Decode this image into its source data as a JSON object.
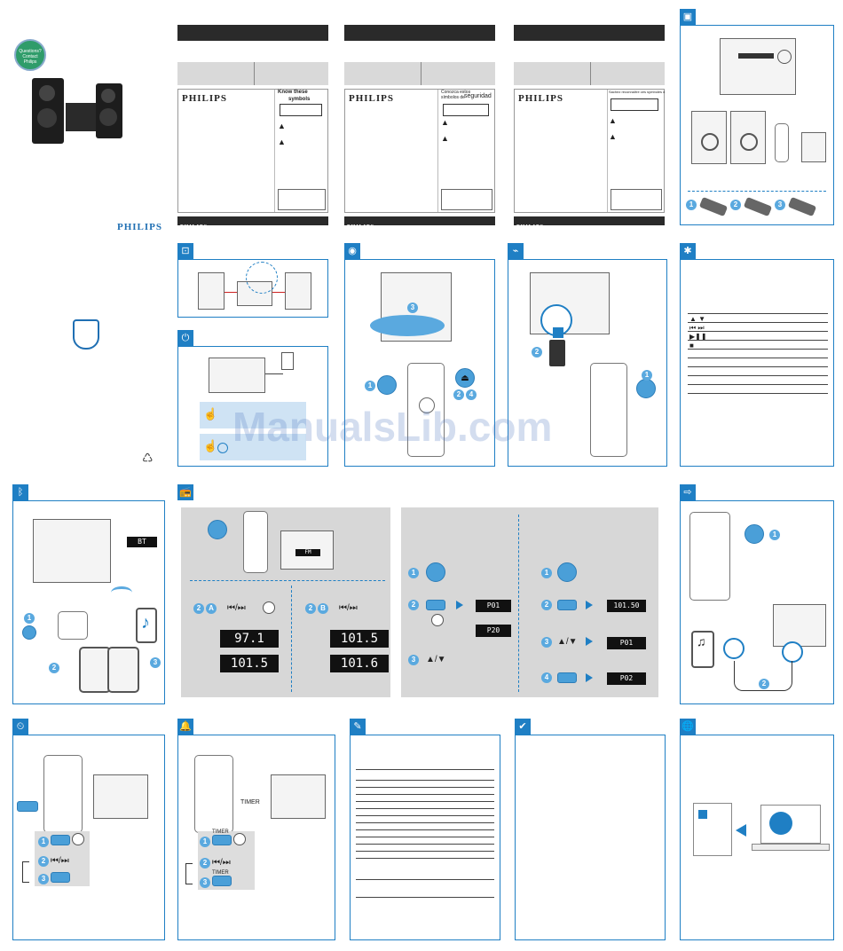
{
  "cover": {
    "bubble_line1": "Questions?",
    "bubble_line2": "Contact",
    "bubble_line3": "Philips",
    "brand": "PHILIPS"
  },
  "safety": {
    "brand": "PHILIPS",
    "col1_heading_a": "Know these",
    "col1_heading_b": "symbols",
    "col2_heading_a": "Conozca estos",
    "col2_heading_b": "símbolos de",
    "col2_heading_c": "seguridad",
    "col3_heading": "Sachez reconnaître ces symboles d"
  },
  "bt": {
    "display": "BT"
  },
  "radio": {
    "step_a": "A",
    "step_b": "B",
    "step_2": "2",
    "tuner_display": "FM",
    "a_freq1": "97.1",
    "a_freq2": "101.5",
    "b_freq1": "101.5",
    "b_freq2": "101.6",
    "prog_p01": "P01",
    "prog_p20": "P20",
    "freq_10150": "101.50",
    "prog_p01b": "P01",
    "prog_p02": "P02",
    "seek_label": "⏮/⏭",
    "updown_label": "▲/▼"
  },
  "timer": {
    "seek_label": "⏮/⏭",
    "timer_label": "TIMER"
  },
  "controls_list": [
    "▲ ▼",
    "⏮ ⏭",
    "▶❚❚",
    "■"
  ],
  "watermark": "ManualsLib.com"
}
